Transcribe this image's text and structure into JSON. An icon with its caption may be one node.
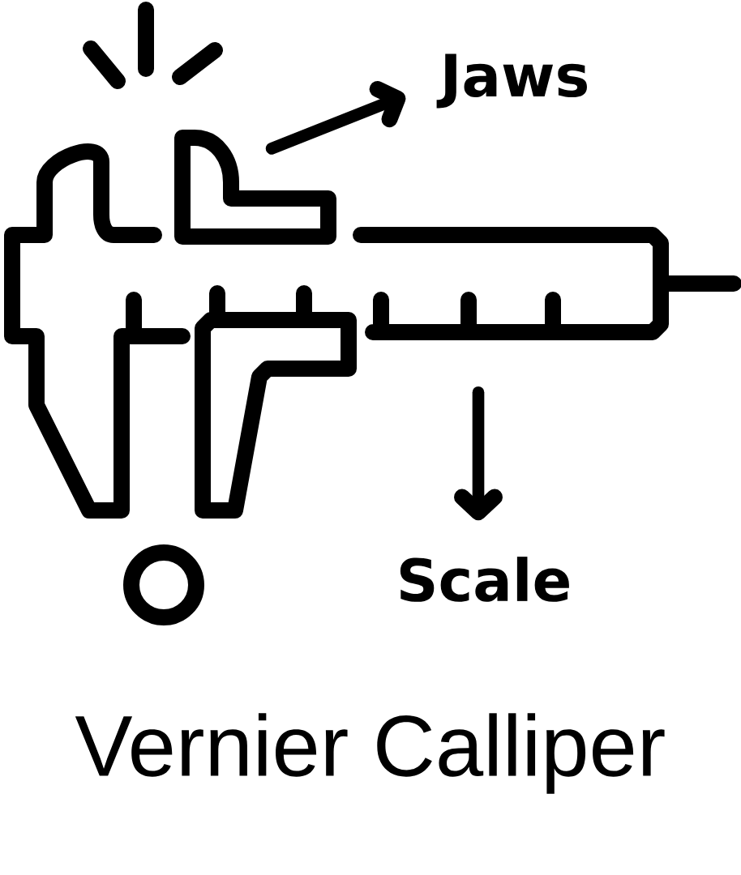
{
  "diagram": {
    "caption": "Vernier Calliper",
    "nodes": [
      {
        "text": [],
        "shape": "picture"
      },
      {
        "text": [
          "Jaws"
        ]
      },
      {
        "text": [],
        "shape": "picture"
      },
      {
        "text": [
          "Scale"
        ]
      }
    ],
    "edges": [
      {
        "from": 0,
        "to": 1,
        "arrow": "to"
      },
      {
        "from": 2,
        "to": 3,
        "arrow": "to"
      }
    ]
  }
}
